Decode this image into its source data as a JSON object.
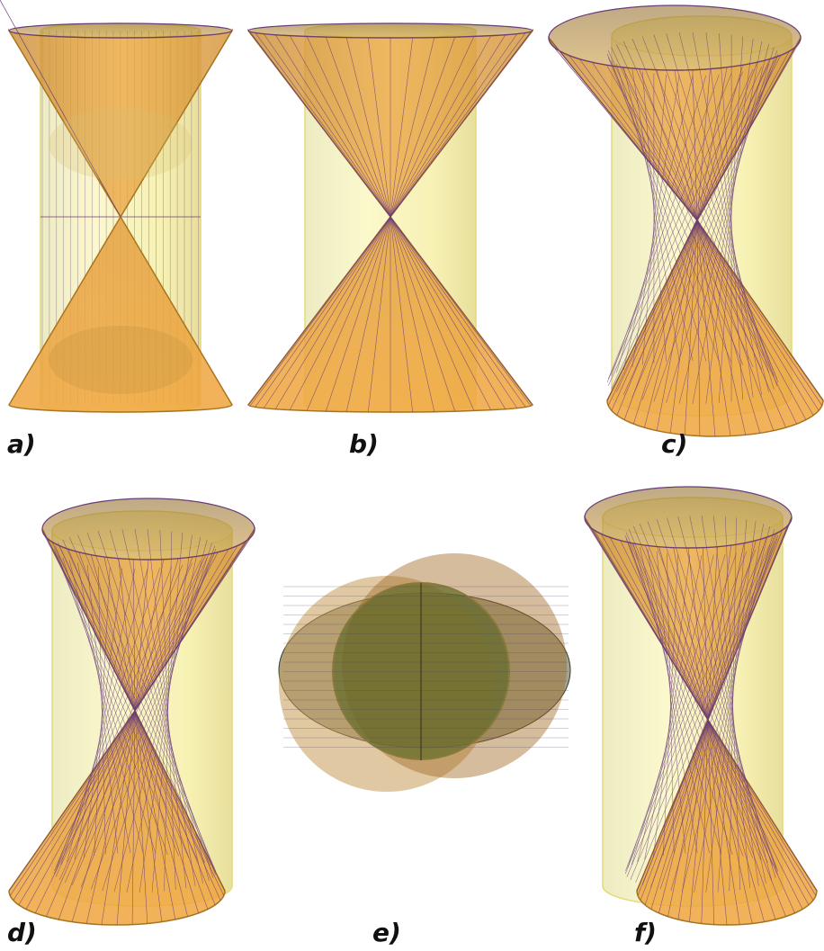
{
  "figure": {
    "panels": [
      {
        "id": "a",
        "label": "a)"
      },
      {
        "id": "b",
        "label": "b)"
      },
      {
        "id": "c",
        "label": "c)"
      },
      {
        "id": "d",
        "label": "d)"
      },
      {
        "id": "e",
        "label": "e)"
      },
      {
        "id": "f",
        "label": "f)"
      }
    ]
  },
  "colors": {
    "cylinder": "#f8f4b8",
    "cylinder_edge": "#e4d97a",
    "cone": "#eaa23a",
    "cone_dark": "#a8741e",
    "ruling_line": "#6a3d7a",
    "disk_green": "#6a6a2a",
    "disk_brown": "#8a5a2a"
  }
}
